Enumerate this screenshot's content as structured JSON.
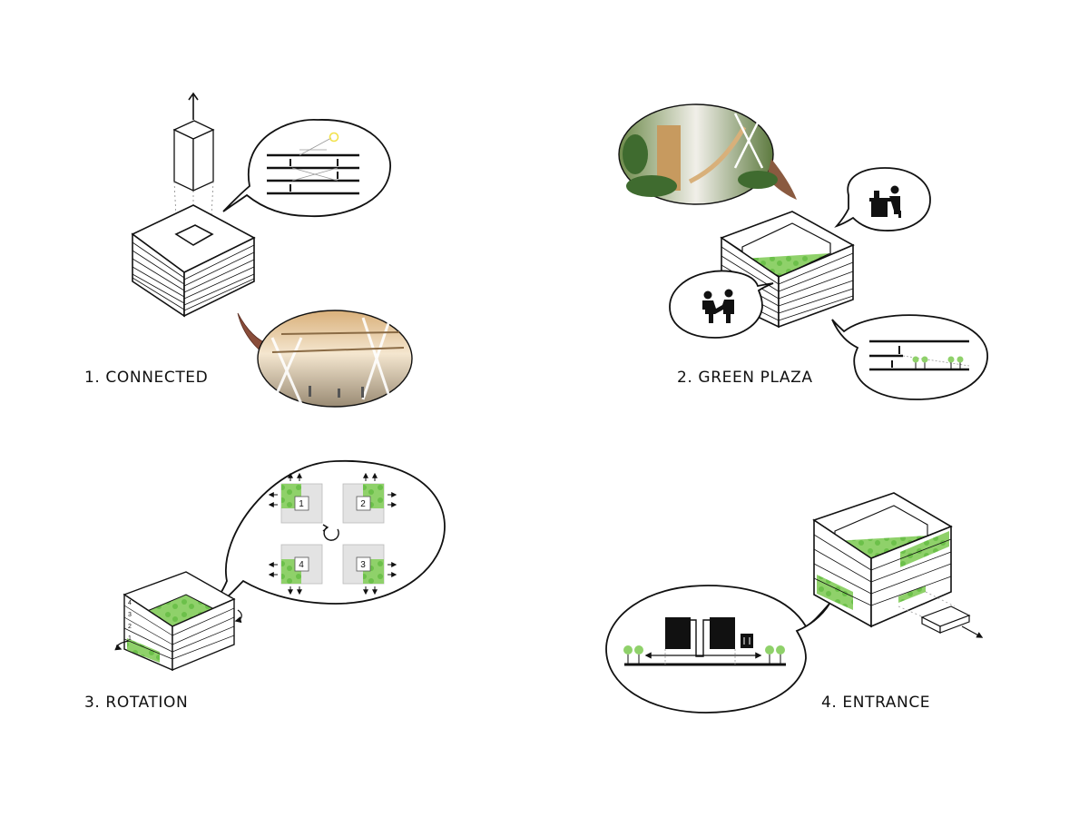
{
  "colors": {
    "green": "#8fd16a",
    "green_dark": "#4fae3a",
    "line": "#111111",
    "light_gray": "#e3e3e3",
    "sun": "#f2e24a",
    "wood": "#c79a5f"
  },
  "panels": [
    {
      "label": "1. CONNECTED"
    },
    {
      "label": "2. GREEN PLAZA"
    },
    {
      "label": "3. ROTATION"
    },
    {
      "label": "4. ENTRANCE"
    }
  ],
  "rotation": {
    "quadrants": [
      "1",
      "2",
      "3",
      "4"
    ],
    "floors": [
      "4",
      "3",
      "2",
      "1"
    ]
  },
  "icons": {
    "up_arrow": "arrow-up-icon",
    "sun": "sun-icon",
    "desk": "office-worker-icon",
    "people": "handshake-icon",
    "rotate": "rotate-icon",
    "elevator": "elevator-icon",
    "tree": "tree-icon"
  }
}
